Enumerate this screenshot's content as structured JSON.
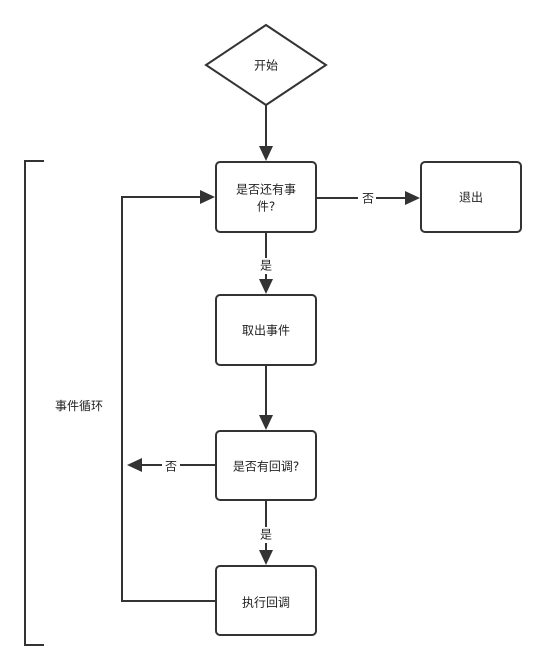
{
  "diagram": {
    "type": "flowchart",
    "nodes": {
      "start": {
        "label": "开始",
        "shape": "diamond"
      },
      "has_event": {
        "label_line1": "是否还有事",
        "label_line2": "件?",
        "shape": "rounded-rect"
      },
      "exit": {
        "label": "退出",
        "shape": "rounded-rect"
      },
      "take_event": {
        "label": "取出事件",
        "shape": "rounded-rect"
      },
      "has_callback": {
        "label": "是否有回调?",
        "shape": "rounded-rect"
      },
      "run_callback": {
        "label": "执行回调",
        "shape": "rounded-rect"
      }
    },
    "edges": {
      "has_event_no": "否",
      "has_event_yes": "是",
      "has_callback_no": "否",
      "has_callback_yes": "是"
    },
    "group": {
      "label": "事件循环"
    },
    "colors": {
      "stroke": "#333333",
      "fill": "#ffffff",
      "text": "#222222"
    }
  }
}
